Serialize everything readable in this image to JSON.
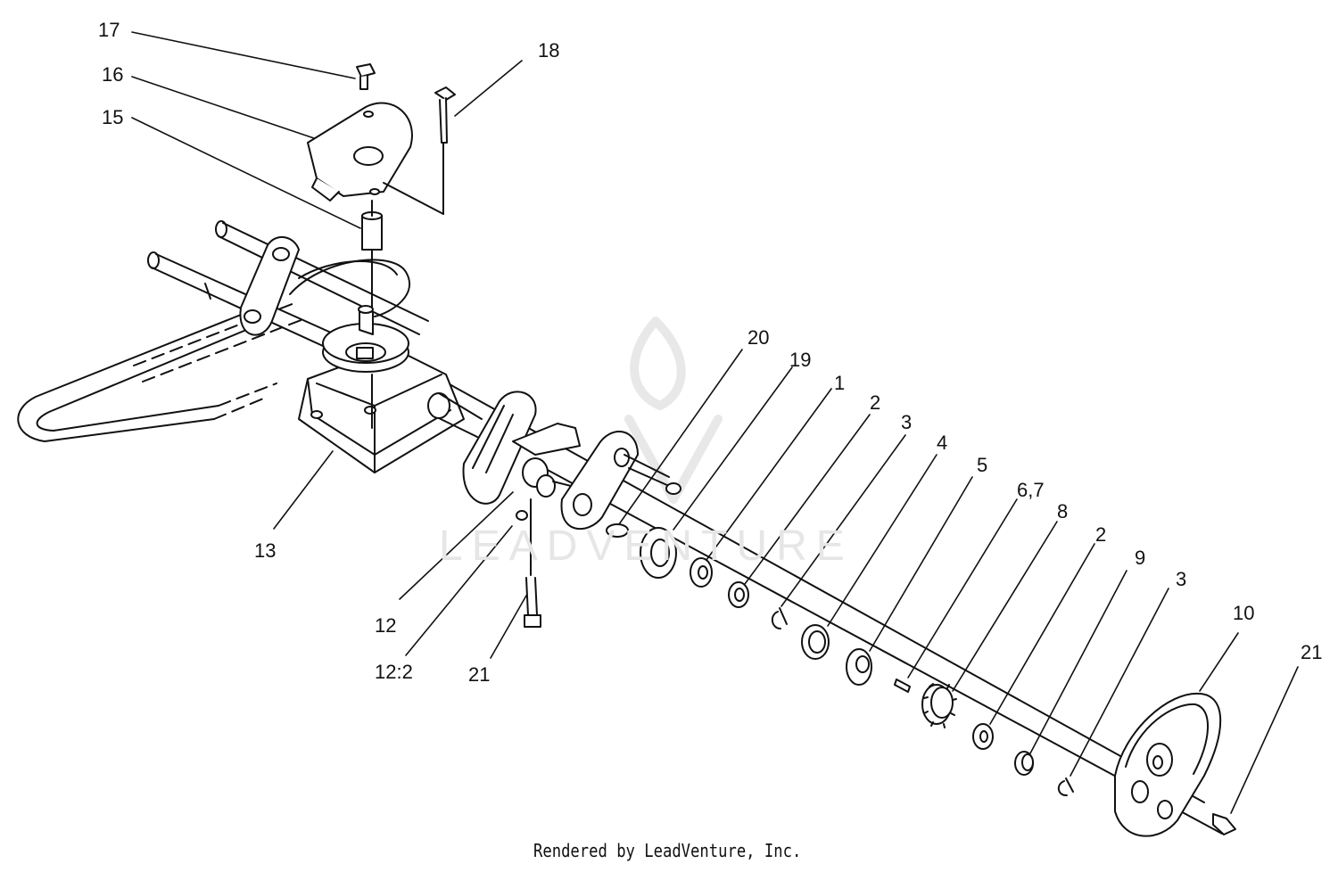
{
  "callouts": {
    "c17": "17",
    "c16": "16",
    "c15": "15",
    "c18": "18",
    "c13": "13",
    "c12": "12",
    "c12_2": "12:2",
    "c21a": "21",
    "c20": "20",
    "c19": "19",
    "c1": "1",
    "c2a": "2",
    "c3a": "3",
    "c4": "4",
    "c5": "5",
    "c6_7": "6,7",
    "c8": "8",
    "c2b": "2",
    "c9": "9",
    "c3b": "3",
    "c10": "10",
    "c21b": "21"
  },
  "footer": "Rendered by LeadVenture, Inc.",
  "watermark": "LEADVENTURE",
  "colors": {
    "line": "#111111",
    "fill": "#ffffff",
    "watermark": "#e6e6e6"
  }
}
